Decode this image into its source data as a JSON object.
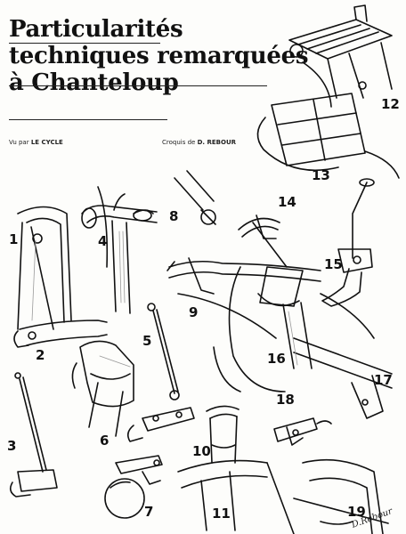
{
  "title": {
    "line1": "Particularités",
    "line2": "techniques remarquées",
    "line3": "à Chanteloup"
  },
  "credits": {
    "left_prefix": "Vu par",
    "left_name": "LE CYCLE",
    "right_prefix": "Croquis de",
    "right_name": "D. REBOUR"
  },
  "figure_numbers": {
    "n1": "1",
    "n2": "2",
    "n3": "3",
    "n4": "4",
    "n5": "5",
    "n6": "6",
    "n7": "7",
    "n8": "8",
    "n9": "9",
    "n10": "10",
    "n11": "11",
    "n12": "12",
    "n13": "13",
    "n14": "14",
    "n15": "15",
    "n16": "16",
    "n17": "17",
    "n18": "18",
    "n19": "19"
  },
  "signature": "D.Rebour",
  "colors": {
    "ink": "#111111",
    "paper": "#fdfdfb",
    "shade": "#9a9a9a"
  }
}
